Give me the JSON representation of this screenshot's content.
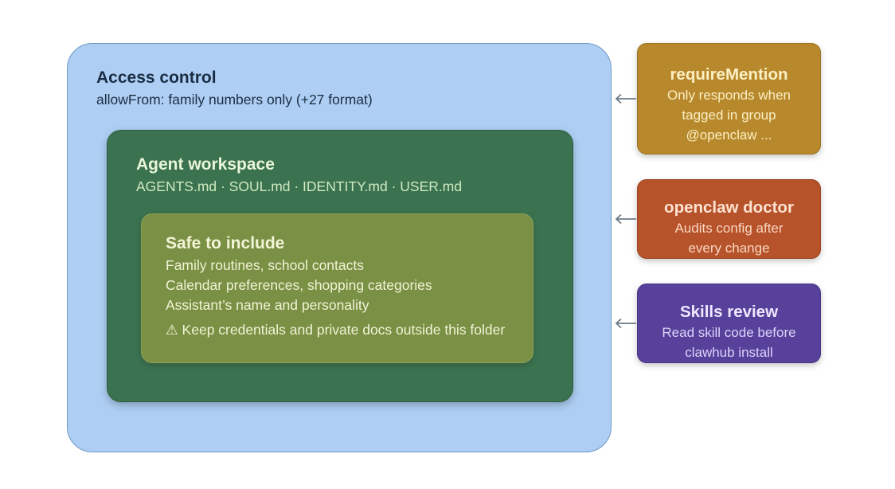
{
  "access_control": {
    "title": "Access control",
    "subtitle": "allowFrom: family numbers only (+27 format)"
  },
  "workspace": {
    "title": "Agent workspace",
    "files": "AGENTS.md · SOUL.md · IDENTITY.md · USER.md"
  },
  "safe": {
    "title": "Safe to include",
    "items": [
      "Family routines, school contacts",
      "Calendar preferences, shopping categories",
      "Assistant’s name and personality"
    ],
    "warning": "⚠ Keep credentials and private docs outside this folder"
  },
  "side_boxes": [
    {
      "title": "requireMention",
      "desc": [
        "Only responds when",
        "tagged in group",
        "@openclaw ..."
      ],
      "color": "#b8892c"
    },
    {
      "title": "openclaw doctor",
      "desc": [
        "Audits config after",
        "every change"
      ],
      "color": "#b7532a"
    },
    {
      "title": "Skills review",
      "desc": [
        "Read skill code before",
        "clawhub install"
      ],
      "color": "#57419a"
    }
  ],
  "colors": {
    "access_bg": "#aecff3",
    "workspace_bg": "#3b7350",
    "safe_bg": "#7a9044",
    "arrow": "#6b7a88"
  }
}
